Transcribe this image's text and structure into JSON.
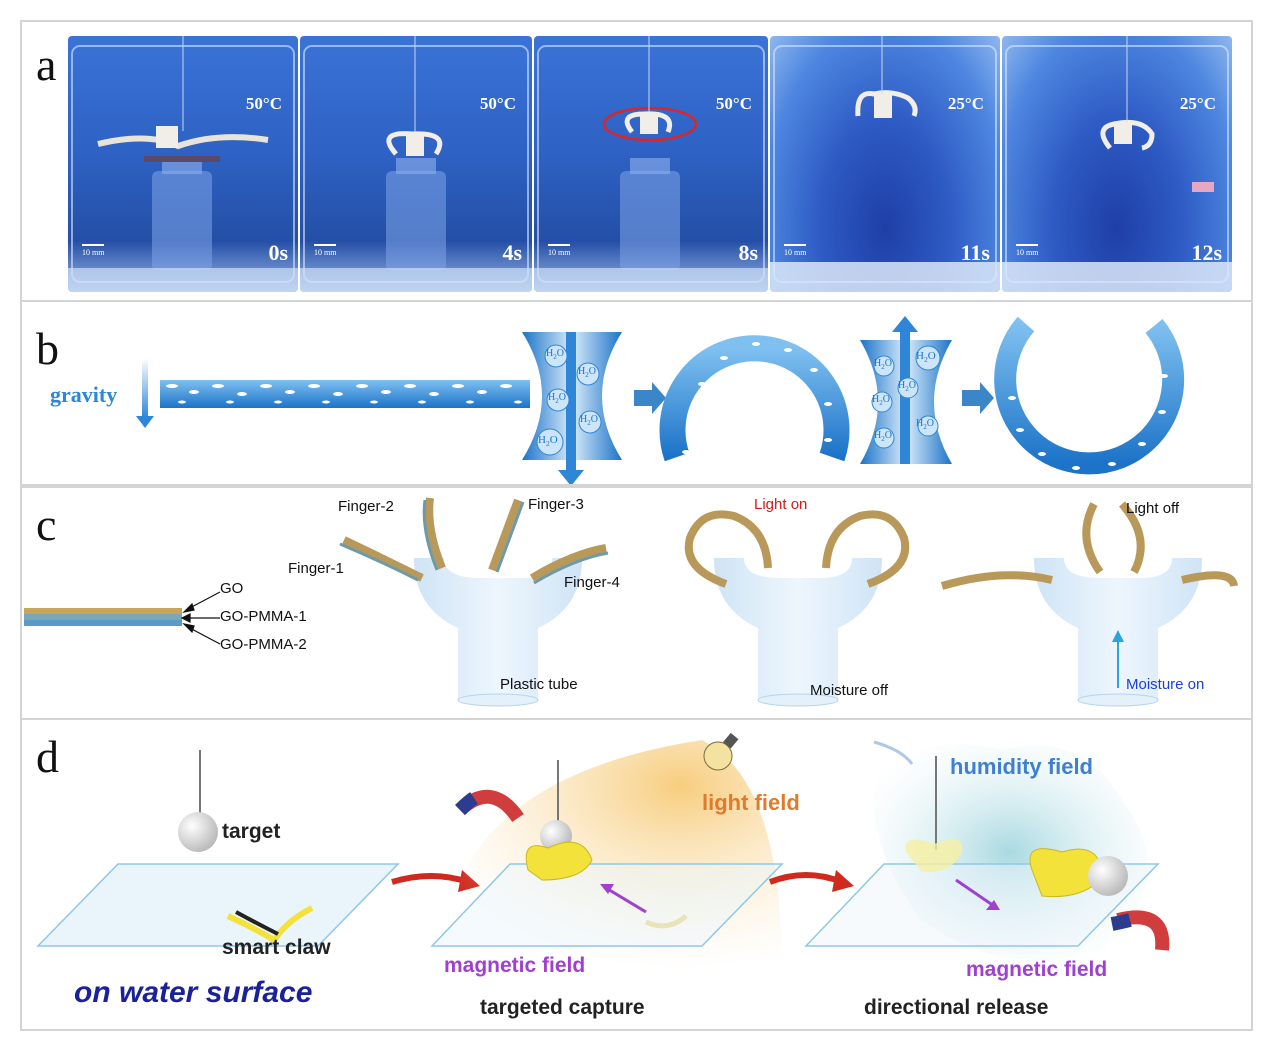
{
  "panel_a": {
    "label": "a",
    "frames": [
      {
        "temp": "50°C",
        "time": "0s",
        "scale": "10 mm"
      },
      {
        "temp": "50°C",
        "time": "4s",
        "scale": "10 mm"
      },
      {
        "temp": "50°C",
        "time": "8s",
        "scale": "10 mm"
      },
      {
        "temp": "25°C",
        "time": "11s",
        "scale": "10 mm"
      },
      {
        "temp": "25°C",
        "time": "12s",
        "scale": "10 mm"
      }
    ]
  },
  "panel_b": {
    "label": "b",
    "gravity": "gravity",
    "h2o": "H2O"
  },
  "panel_c": {
    "label": "c",
    "layers": [
      "GO",
      "GO-PMMA-1",
      "GO-PMMA-2"
    ],
    "fingers": [
      "Finger-1",
      "Finger-2",
      "Finger-3",
      "Finger-4"
    ],
    "tube": "Plastic tube",
    "light_on": "Light on",
    "moisture_off": "Moisture off",
    "light_off": "Light off",
    "moisture_on": "Moisture on"
  },
  "panel_d": {
    "label": "d",
    "target": "target",
    "smart_claw": "smart claw",
    "on_water": "on water surface",
    "light_field": "light field",
    "magnetic_field_1": "magnetic field",
    "targeted_capture": "targeted capture",
    "humidity_field": "humidity field",
    "magnetic_field_2": "magnetic field",
    "directional_release": "directional release"
  },
  "colors": {
    "water_blue": "#1e5fbf",
    "diagram_blue": "#2f86d6",
    "red_text": "#d31919",
    "moisture_blue": "#1a3fe0",
    "light_orange": "#e07b2c",
    "magnetic_purple": "#a03fd0",
    "humidity_blue": "#3f7fd0",
    "water_text_navy": "#1a2299"
  }
}
